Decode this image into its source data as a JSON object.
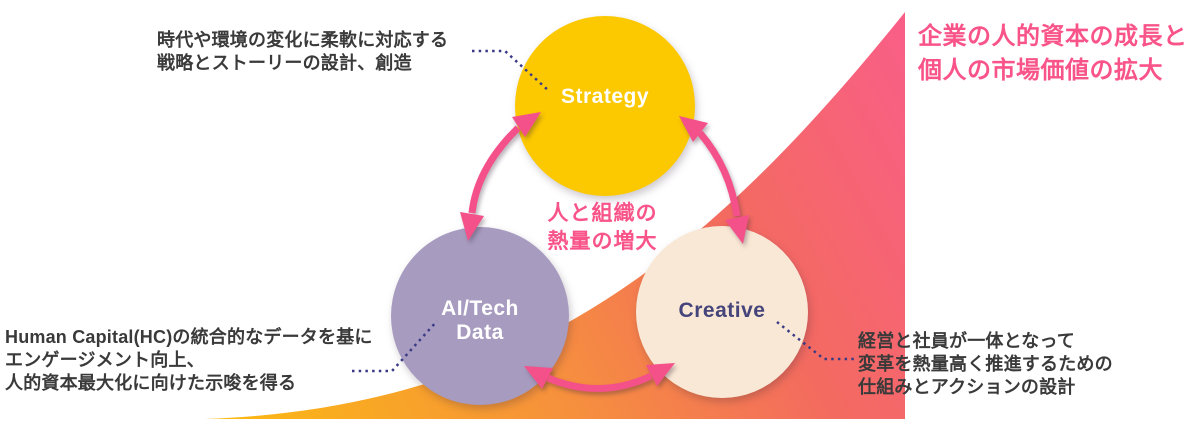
{
  "diagram_title": "Human capital growth cycle diagram",
  "colors": {
    "background": "#FFFFFF",
    "accent_pink_text": "#F9548A",
    "arrow_pink": "#F4518A",
    "leader_dotted": "#3A3A85",
    "note_text": "#3A3A3A"
  },
  "growth_curve": {
    "meaning": "rising growth background sweep",
    "gradient_stops": [
      "#FBBB10",
      "#F6913C",
      "#F36A60",
      "#F95F86"
    ]
  },
  "circles": {
    "strategy": {
      "label": "Strategy",
      "fill": "#FCC800",
      "text_color": "#FFFFFF"
    },
    "ai_tech_data": {
      "line1": "AI/Tech",
      "line2": "Data",
      "fill": "#A79BC0",
      "text_color": "#FFFFFF"
    },
    "creative": {
      "label": "Creative",
      "fill": "#F9E8D5",
      "text_color": "#45457B"
    }
  },
  "center_label": {
    "line1": "人と組織の",
    "line2": "熱量の増大"
  },
  "outcome_heading": {
    "line1": "企業の人的資本の成長と",
    "line2": "個人の市場価値の拡大"
  },
  "annotations": {
    "strategy_note": {
      "line1": "時代や環境の変化に柔軟に対応する",
      "line2": "戦略とストーリーの設計、創造"
    },
    "ai_tech_note": {
      "line1": "Human Capital(HC)の統合的なデータを基に",
      "line2": "エンゲージメント向上、",
      "line3": "人的資本最大化に向けた示唆を得る"
    },
    "creative_note": {
      "line1": "経営と社員が一体となって",
      "line2": "変革を熱量高く推進するための",
      "line3": "仕組みとアクションの設計"
    }
  }
}
